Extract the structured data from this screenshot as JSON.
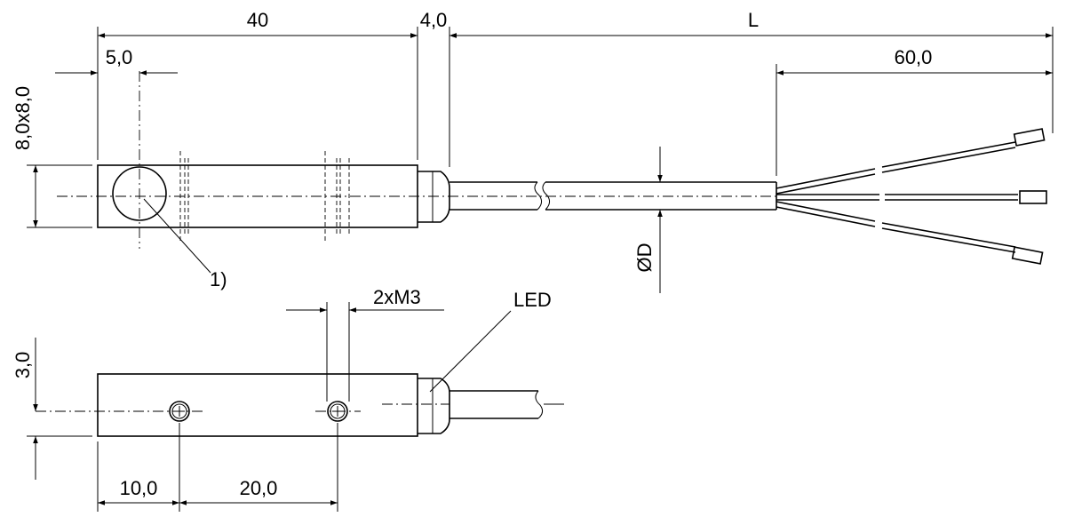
{
  "labels": {
    "len_40": "40",
    "len_4_0": "4,0",
    "len_L": "L",
    "len_5_0": "5,0",
    "len_60_0": "60,0",
    "size_8x8": "8,0x8,0",
    "diam_D": "ØD",
    "note_1": "1)",
    "thread_2xM3": "2xM3",
    "led": "LED",
    "height_3_0": "3,0",
    "len_10_0": "10,0",
    "len_20_0": "20,0"
  }
}
